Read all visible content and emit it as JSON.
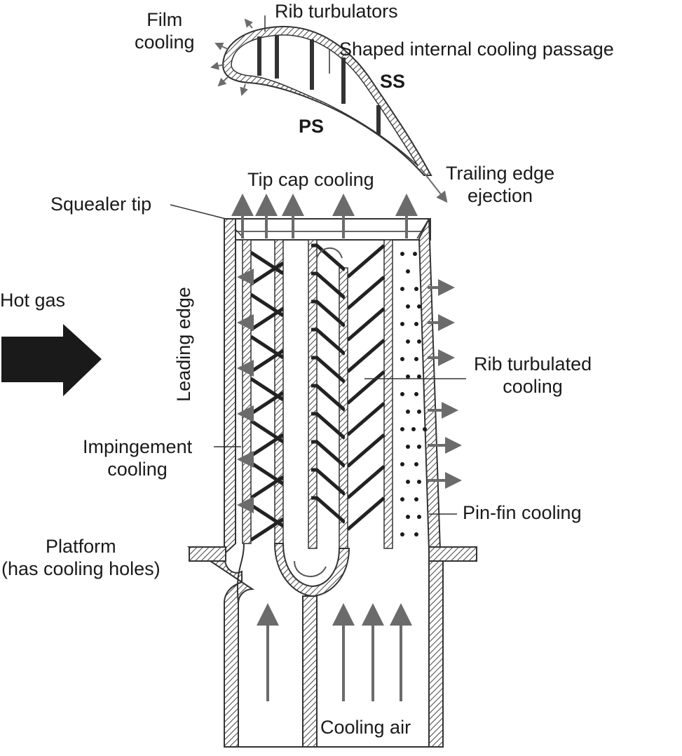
{
  "labels": {
    "film_cooling": "Film\ncooling",
    "rib_turbulators": "Rib turbulators",
    "shaped_passage": "Shaped internal cooling passage",
    "ss": "SS",
    "ps": "PS",
    "tip_cap_cooling": "Tip cap cooling",
    "trailing_edge_ejection": "Trailing edge\nejection",
    "squealer_tip": "Squealer tip",
    "hot_gas": "Hot gas",
    "leading_edge": "Leading edge",
    "rib_turbulated_cooling": "Rib turbulated\ncooling",
    "impingement_cooling": "Impingement\ncooling",
    "pin_fin_cooling": "Pin-fin cooling",
    "platform": "Platform\n(has cooling holes)",
    "cooling_air": "Cooling air"
  },
  "colors": {
    "line": "#333333",
    "arrow": "#6b6b6b",
    "hot_gas_arrow": "#1a1a1a",
    "hatch": "#444444"
  }
}
